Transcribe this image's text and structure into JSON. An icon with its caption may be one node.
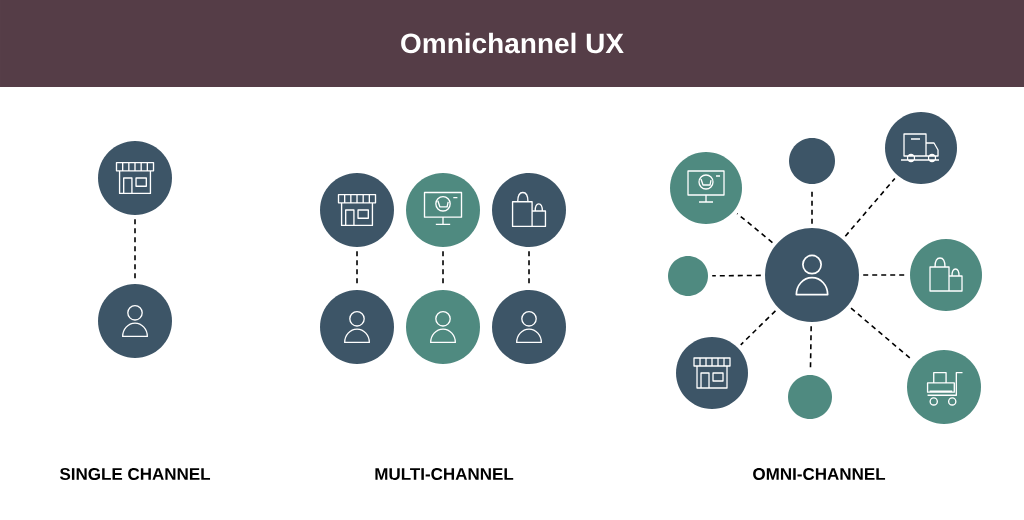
{
  "diagram": {
    "title": "Omnichannel UX",
    "nodes": [
      {
        "text": [],
        "shape": "circle"
      },
      {
        "text": [],
        "shape": "circle"
      },
      {
        "text": [],
        "shape": "circle"
      },
      {
        "text": [],
        "shape": "circle"
      },
      {
        "text": [],
        "shape": "circle"
      },
      {
        "text": [],
        "shape": "circle"
      },
      {
        "text": [],
        "shape": "circle"
      },
      {
        "text": [],
        "shape": "circle"
      },
      {
        "text": [],
        "shape": "circle"
      },
      {
        "text": [],
        "shape": "circle"
      },
      {
        "text": [],
        "shape": "circle"
      },
      {
        "text": [],
        "shape": "circle"
      },
      {
        "text": [],
        "shape": "circle"
      },
      {
        "text": [],
        "shape": "circle"
      },
      {
        "text": [],
        "shape": "circle"
      },
      {
        "text": [],
        "shape": "circle"
      },
      {
        "text": [],
        "shape": "circle"
      }
    ],
    "edges": [
      {
        "from": 0,
        "to": 1,
        "arrow": "none",
        "style": "dashed"
      },
      {
        "from": 2,
        "to": 5,
        "arrow": "none",
        "style": "dashed"
      },
      {
        "from": 3,
        "to": 6,
        "arrow": "none",
        "style": "dashed"
      },
      {
        "from": 4,
        "to": 7,
        "arrow": "none",
        "style": "dashed"
      },
      {
        "from": 12,
        "to": 8,
        "arrow": "none",
        "style": "dashed"
      },
      {
        "from": 12,
        "to": 9,
        "arrow": "none",
        "style": "dashed"
      },
      {
        "from": 12,
        "to": 10,
        "arrow": "none",
        "style": "dashed"
      },
      {
        "from": 12,
        "to": 11,
        "arrow": "none",
        "style": "dashed"
      },
      {
        "from": 12,
        "to": 13,
        "arrow": "none",
        "style": "dashed"
      },
      {
        "from": 12,
        "to": 14,
        "arrow": "none",
        "style": "dashed"
      },
      {
        "from": 12,
        "to": 15,
        "arrow": "none",
        "style": "dashed"
      },
      {
        "from": 12,
        "to": 16,
        "arrow": "none",
        "style": "dashed"
      }
    ],
    "labels": [
      "SINGLE CHANNEL",
      "MULTI-CHANNEL",
      "OMNI-CHANNEL"
    ]
  }
}
